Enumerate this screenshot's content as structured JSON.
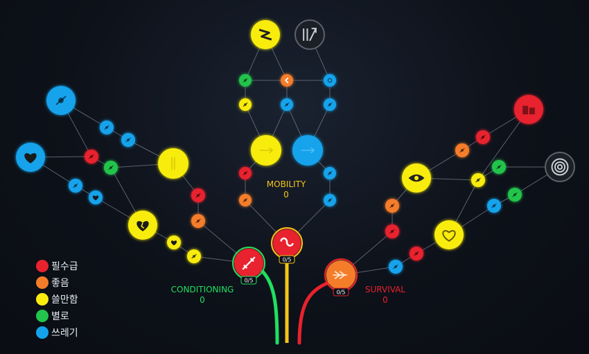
{
  "colors": {
    "must": "#e8222e",
    "good": "#f57d2a",
    "ok": "#f8ec0f",
    "meh": "#22c44b",
    "trash": "#13a3ec",
    "locked": "#1b1f26",
    "conditioning": "#1fe060",
    "mobility": "#f5c518",
    "survival": "#e8222e"
  },
  "branches": {
    "conditioning": {
      "title": "CONDITIONING",
      "points": "0",
      "progress": "0/5"
    },
    "mobility": {
      "title": "MOBILITY",
      "points": "0",
      "progress": "0/5"
    },
    "survival": {
      "title": "SURVIVAL",
      "points": "0",
      "progress": "0/5"
    }
  },
  "legend": [
    {
      "label": "필수급",
      "color": "#e8222e"
    },
    {
      "label": "좋음",
      "color": "#f57d2a"
    },
    {
      "label": "쓸만함",
      "color": "#f8ec0f"
    },
    {
      "label": "별로",
      "color": "#22c44b"
    },
    {
      "label": "쓰레기",
      "color": "#13a3ec"
    }
  ],
  "skills": [
    {
      "id": "m-root",
      "tier": "must",
      "icon": "swirl-icon"
    },
    {
      "id": "m-l1",
      "tier": "good",
      "icon": "dash-icon"
    },
    {
      "id": "m-l2",
      "tier": "must",
      "icon": "footstep-icon"
    },
    {
      "id": "m-big",
      "tier": "ok",
      "icon": "arrows-icon"
    },
    {
      "id": "m-bigb",
      "tier": "trash",
      "icon": "arrows-icon"
    },
    {
      "id": "m-r1",
      "tier": "trash",
      "icon": "jump-icon"
    },
    {
      "id": "m-r2",
      "tier": "trash",
      "icon": "lift-icon"
    },
    {
      "id": "m-ml1",
      "tier": "ok",
      "icon": "boot-icon"
    },
    {
      "id": "m-mm1",
      "tier": "trash",
      "icon": "wing-icon"
    },
    {
      "id": "m-mr1",
      "tier": "trash",
      "icon": "blade-icon"
    },
    {
      "id": "m-ml2",
      "tier": "meh",
      "icon": "leaf-icon"
    },
    {
      "id": "m-mm2",
      "tier": "good",
      "icon": "chevron-icon"
    },
    {
      "id": "m-mr2",
      "tier": "trash",
      "icon": "ring-icon"
    },
    {
      "id": "m-top",
      "tier": "ok",
      "icon": "zigzag-icon"
    },
    {
      "id": "m-cap",
      "tier": "locked",
      "icon": "slash-arrow-icon"
    },
    {
      "id": "c-root",
      "tier": "must",
      "icon": "dumbbell-icon"
    },
    {
      "id": "c-a1",
      "tier": "ok",
      "icon": "drop-icon"
    },
    {
      "id": "c-a2",
      "tier": "ok",
      "icon": "heart-icon"
    },
    {
      "id": "c-big",
      "tier": "ok",
      "icon": "heart-broken-icon"
    },
    {
      "id": "c-b1",
      "tier": "good",
      "icon": "flask-icon"
    },
    {
      "id": "c-b2",
      "tier": "must",
      "icon": "syringe-icon"
    },
    {
      "id": "c-bigy",
      "tier": "ok",
      "icon": "lungs-icon"
    },
    {
      "id": "c-g",
      "tier": "meh",
      "icon": "pill-icon"
    },
    {
      "id": "c-r",
      "tier": "must",
      "icon": "box-icon"
    },
    {
      "id": "c-bl1",
      "tier": "trash",
      "icon": "drop-icon"
    },
    {
      "id": "c-bl2",
      "tier": "trash",
      "icon": "heart-icon"
    },
    {
      "id": "c-bl3",
      "tier": "trash",
      "icon": "tool-icon"
    },
    {
      "id": "c-bl4",
      "tier": "trash",
      "icon": "tool-icon"
    },
    {
      "id": "c-cap1",
      "tier": "trash",
      "icon": "heart-plus-icon"
    },
    {
      "id": "c-cap2",
      "tier": "trash",
      "icon": "fist-icon"
    },
    {
      "id": "s-root",
      "tier": "good",
      "icon": "chevrons-icon"
    },
    {
      "id": "s-a1",
      "tier": "trash",
      "icon": "key-icon"
    },
    {
      "id": "s-a2",
      "tier": "must",
      "icon": "wrench-icon"
    },
    {
      "id": "s-bigy",
      "tier": "ok",
      "icon": "heart-outline-icon"
    },
    {
      "id": "s-b1",
      "tier": "must",
      "icon": "backpack-icon"
    },
    {
      "id": "s-b2",
      "tier": "good",
      "icon": "bug-icon"
    },
    {
      "id": "s-bigy2",
      "tier": "ok",
      "icon": "eye-icon"
    },
    {
      "id": "s-o1",
      "tier": "good",
      "icon": "spider-icon"
    },
    {
      "id": "s-r1",
      "tier": "must",
      "icon": "crosshair-icon"
    },
    {
      "id": "s-y1",
      "tier": "ok",
      "icon": "magnet-icon"
    },
    {
      "id": "s-g1",
      "tier": "meh",
      "icon": "shield-icon"
    },
    {
      "id": "s-bl1",
      "tier": "trash",
      "icon": "scope-icon"
    },
    {
      "id": "s-g2",
      "tier": "meh",
      "icon": "recycle-icon"
    },
    {
      "id": "s-cap1",
      "tier": "must",
      "icon": "crate-icon"
    },
    {
      "id": "s-cap2",
      "tier": "locked",
      "icon": "target-icon"
    }
  ]
}
